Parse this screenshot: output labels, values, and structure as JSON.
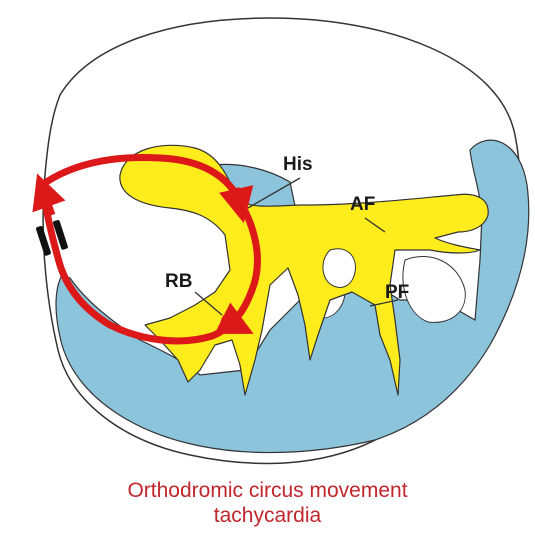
{
  "labels": {
    "his": "His",
    "af": "AF",
    "rb": "RB",
    "pf": "PF"
  },
  "caption": {
    "line1": "Orthodromic circus movement",
    "line2": "tachycardia"
  },
  "colors": {
    "ventricle": "#8cc4dc",
    "conduction": "#ffec1c",
    "circuit": "#dc1818",
    "outline": "#333333",
    "caption": "#c0262c"
  }
}
